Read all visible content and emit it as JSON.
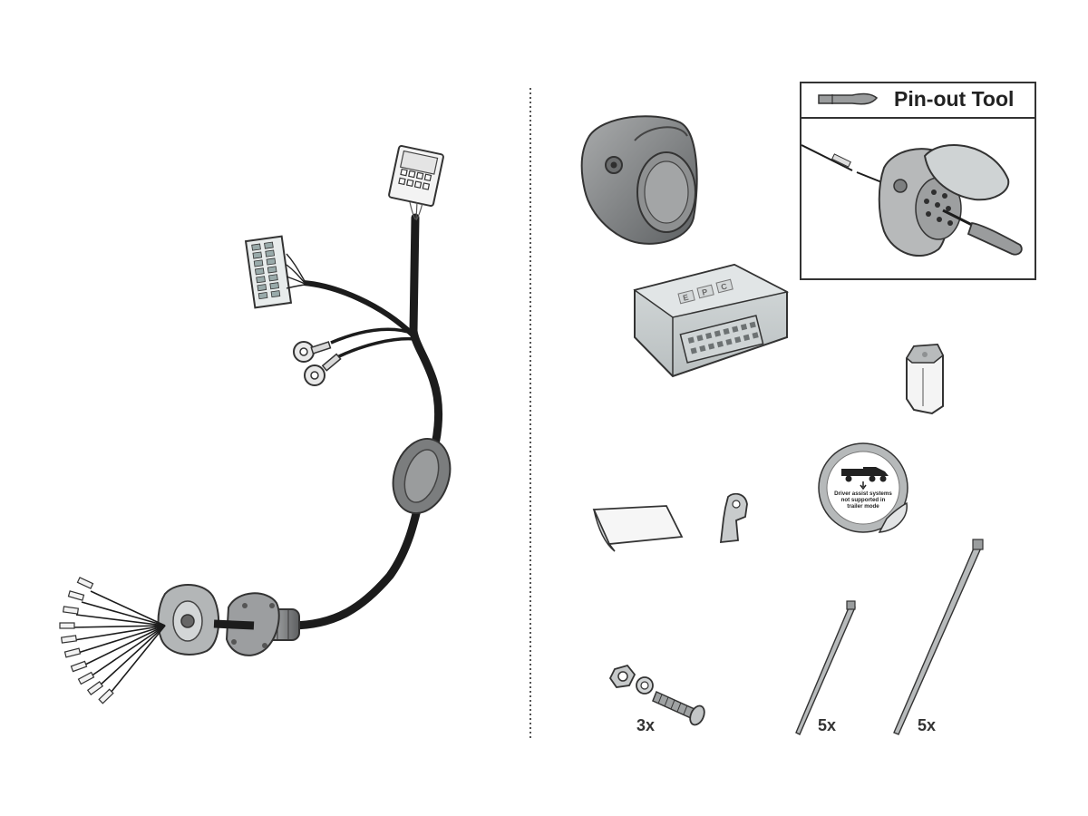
{
  "pinout_tool": {
    "title": "Pin-out Tool"
  },
  "quantities": {
    "bolt_set": "3x",
    "cable_tie_small": "5x",
    "cable_tie_large": "5x"
  },
  "sticker": {
    "line1": "Driver assist systems",
    "line2": "not supported in",
    "line3": "trailer mode"
  },
  "module_brand": {
    "letters": [
      "E",
      "P",
      "C"
    ]
  },
  "colors": {
    "cable": "#1c1c1c",
    "part_gray": "#8d8f90",
    "panel_border": "#333333",
    "divider": "#555555"
  }
}
